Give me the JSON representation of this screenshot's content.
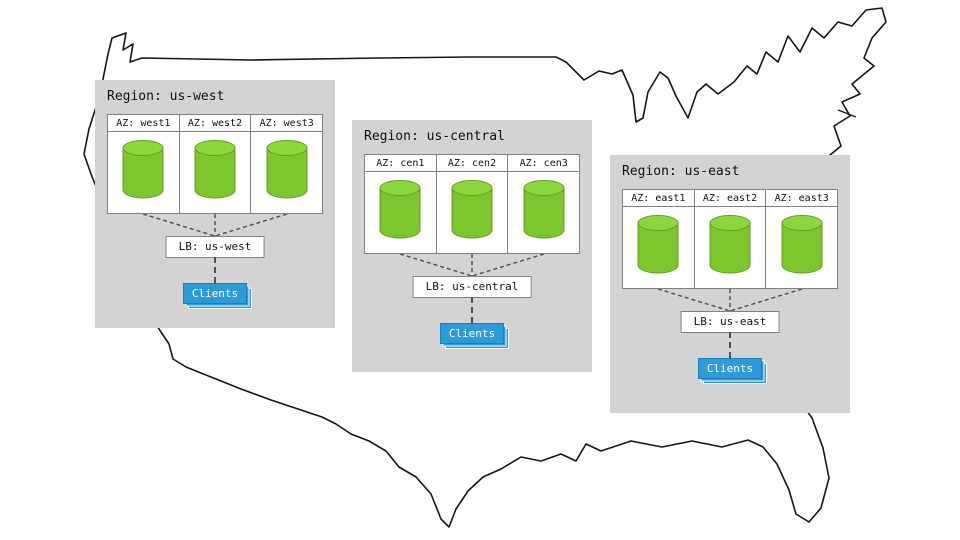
{
  "diagram": {
    "map_icon": "us-map-outline",
    "database_icon": "database-cylinder-icon"
  },
  "colors": {
    "region_bg": "#d3d3d3",
    "az_bg": "#ffffff",
    "az_border": "#808080",
    "cylinder_body": "#7ec62f",
    "cylinder_top": "#8ed63e",
    "cylinder_stroke": "#5f9e23",
    "clients_bg": "#2e9bd8",
    "clients_text": "#ffffff",
    "map_outline": "#151515",
    "connector": "#4d4d4d"
  },
  "regions": [
    {
      "title": "Region: us-west",
      "azs": [
        "AZ: west1",
        "AZ: west2",
        "AZ: west3"
      ],
      "lb_label": "LB: us-west",
      "clients_label": "Clients"
    },
    {
      "title": "Region: us-central",
      "azs": [
        "AZ: cen1",
        "AZ: cen2",
        "AZ: cen3"
      ],
      "lb_label": "LB: us-central",
      "clients_label": "Clients"
    },
    {
      "title": "Region: us-east",
      "azs": [
        "AZ: east1",
        "AZ: east2",
        "AZ: east3"
      ],
      "lb_label": "LB: us-east",
      "clients_label": "Clients"
    }
  ]
}
